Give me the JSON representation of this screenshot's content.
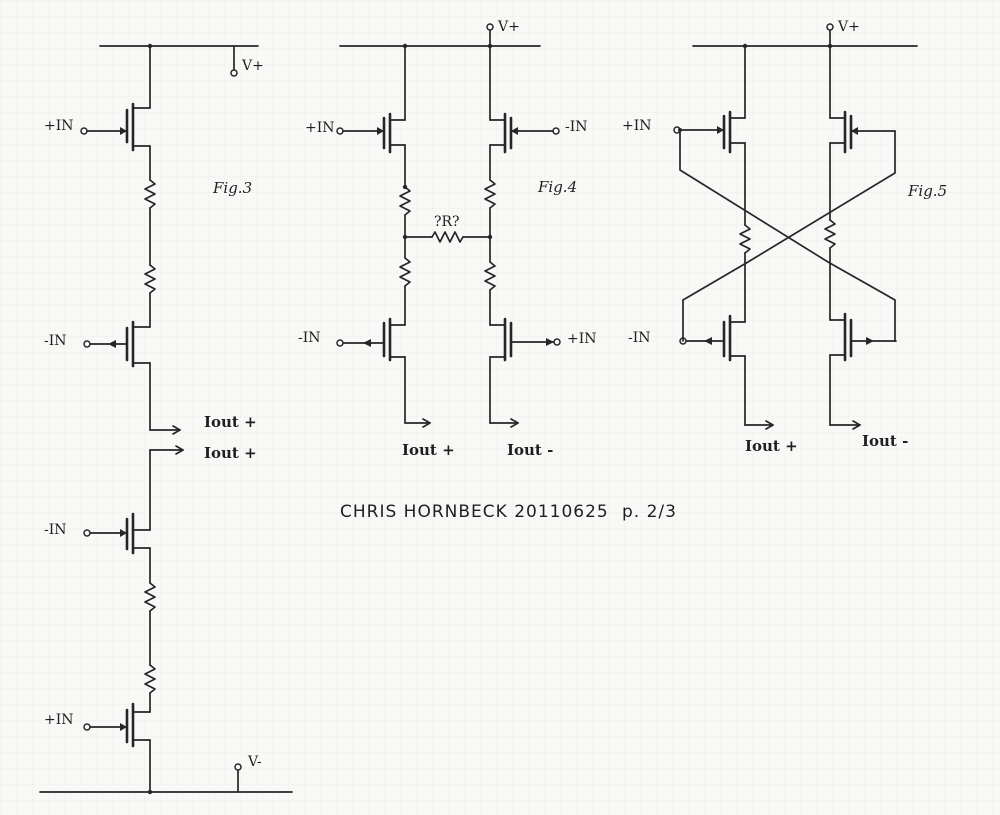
{
  "fig3": {
    "label": "Fig.3",
    "vplus": "V+",
    "vminus": "V-",
    "in_plus_top": "+IN",
    "in_minus_top": "-IN",
    "iout_a": "Iout +",
    "iout_b": "Iout +",
    "in_minus_bottom": "-IN",
    "in_plus_bottom": "+IN"
  },
  "fig4": {
    "label": "Fig.4",
    "vplus": "V+",
    "in_plus": "+IN",
    "in_minus_top": "-IN",
    "resistor": "?R?",
    "in_minus_bottom": "-IN",
    "in_plus_bottom": "+IN",
    "iout_plus": "Iout +",
    "iout_minus": "Iout -"
  },
  "fig5": {
    "label": "Fig.5",
    "vplus": "V+",
    "in_plus": "+IN",
    "in_minus": "-IN",
    "iout_plus": "Iout +",
    "iout_minus": "Iout -"
  },
  "footer": {
    "author": "CHRIS HORNBECK 20110625",
    "page": "p. 2/3"
  }
}
